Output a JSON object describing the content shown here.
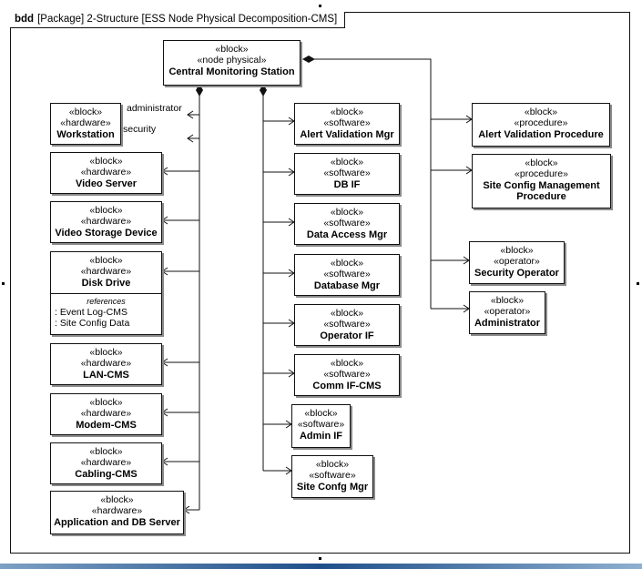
{
  "diagram": {
    "kind": "bdd",
    "header": "[Package] 2-Structure [ESS Node Physical Decomposition-CMS]"
  },
  "blocks": {
    "cms": {
      "stereotypes": [
        "«block»",
        "«node physical»"
      ],
      "name": "Central Monitoring Station"
    },
    "ws": {
      "stereotypes": [
        "«block»",
        "«hardware»"
      ],
      "name": "Workstation"
    },
    "vs": {
      "stereotypes": [
        "«block»",
        "«hardware»"
      ],
      "name": "Video Server"
    },
    "vsd": {
      "stereotypes": [
        "«block»",
        "«hardware»"
      ],
      "name": "Video Storage Device"
    },
    "dd": {
      "stereotypes": [
        "«block»",
        "«hardware»"
      ],
      "name": "Disk Drive",
      "compartment": {
        "heading": "references",
        "items": [
          ": Event Log-CMS",
          ": Site Config Data"
        ]
      }
    },
    "lan": {
      "stereotypes": [
        "«block»",
        "«hardware»"
      ],
      "name": "LAN-CMS"
    },
    "modem": {
      "stereotypes": [
        "«block»",
        "«hardware»"
      ],
      "name": "Modem-CMS"
    },
    "cab": {
      "stereotypes": [
        "«block»",
        "«hardware»"
      ],
      "name": "Cabling-CMS"
    },
    "app": {
      "stereotypes": [
        "«block»",
        "«hardware»"
      ],
      "name": "Application and DB Server"
    },
    "avm": {
      "stereotypes": [
        "«block»",
        "«software»"
      ],
      "name": "Alert Validation Mgr"
    },
    "dbif": {
      "stereotypes": [
        "«block»",
        "«software»"
      ],
      "name": "DB IF"
    },
    "dam": {
      "stereotypes": [
        "«block»",
        "«software»"
      ],
      "name": "Data Access Mgr"
    },
    "dbm": {
      "stereotypes": [
        "«block»",
        "«software»"
      ],
      "name": "Database Mgr"
    },
    "opif": {
      "stereotypes": [
        "«block»",
        "«software»"
      ],
      "name": "Operator IF"
    },
    "comm": {
      "stereotypes": [
        "«block»",
        "«software»"
      ],
      "name": "Comm IF-CMS"
    },
    "admif": {
      "stereotypes": [
        "«block»",
        "«software»"
      ],
      "name": "Admin IF"
    },
    "scm": {
      "stereotypes": [
        "«block»",
        "«software»"
      ],
      "name": "Site Confg Mgr"
    },
    "avp": {
      "stereotypes": [
        "«block»",
        "«procedure»"
      ],
      "name": "Alert Validation Procedure"
    },
    "scmp": {
      "stereotypes": [
        "«block»",
        "«procedure»"
      ],
      "name": "Site Config Management Procedure"
    },
    "secop": {
      "stereotypes": [
        "«block»",
        "«operator»"
      ],
      "name": "Security Operator"
    },
    "admin": {
      "stereotypes": [
        "«block»",
        "«operator»"
      ],
      "name": "Administrator"
    }
  },
  "roles": {
    "administrator": "administrator",
    "security": "security"
  }
}
